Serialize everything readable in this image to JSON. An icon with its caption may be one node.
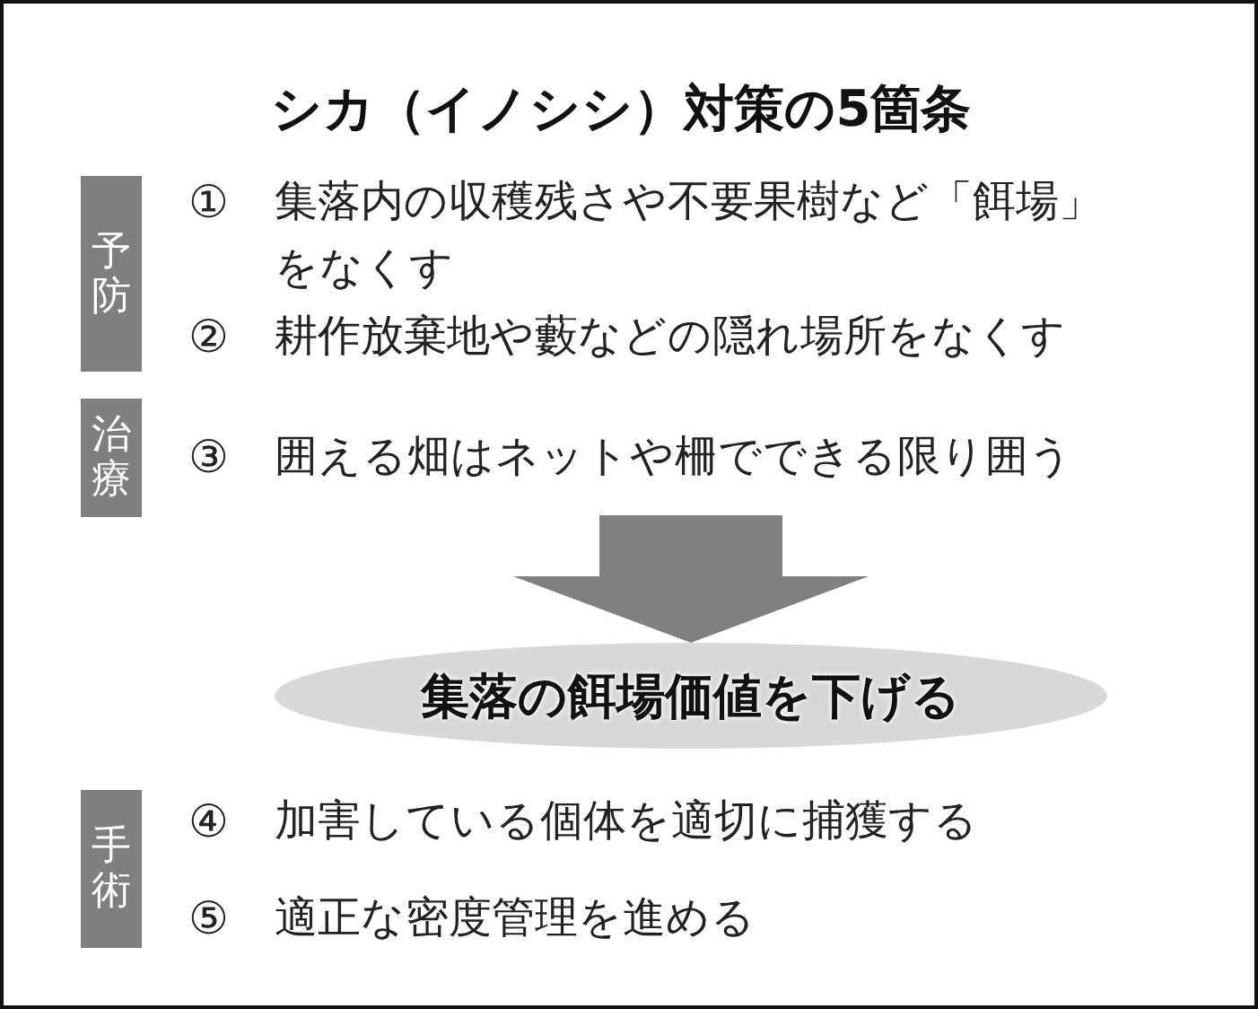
{
  "diagram": {
    "title": "シカ（イノシシ）対策の5箇条",
    "nodes": [
      {
        "text": [
          "予防"
        ]
      },
      {
        "text": [
          "治療"
        ]
      },
      {
        "text": [
          "集落の餌場価値を下げる"
        ]
      },
      {
        "text": [
          "手術"
        ]
      }
    ],
    "edges": [
      {
        "from": null,
        "to": 2,
        "arrow": "to"
      }
    ],
    "labels": [
      "①",
      "集落内の収穫残さや不要果樹など「餌場」をなくす",
      "②",
      "耕作放棄地や藪などの隠れ場所をなくす",
      "③",
      "囲える畑はネットや柵でできる限り囲う",
      "④",
      "加害している個体を適切に捕獲する",
      "⑤",
      "適正な密度管理を進める"
    ]
  }
}
